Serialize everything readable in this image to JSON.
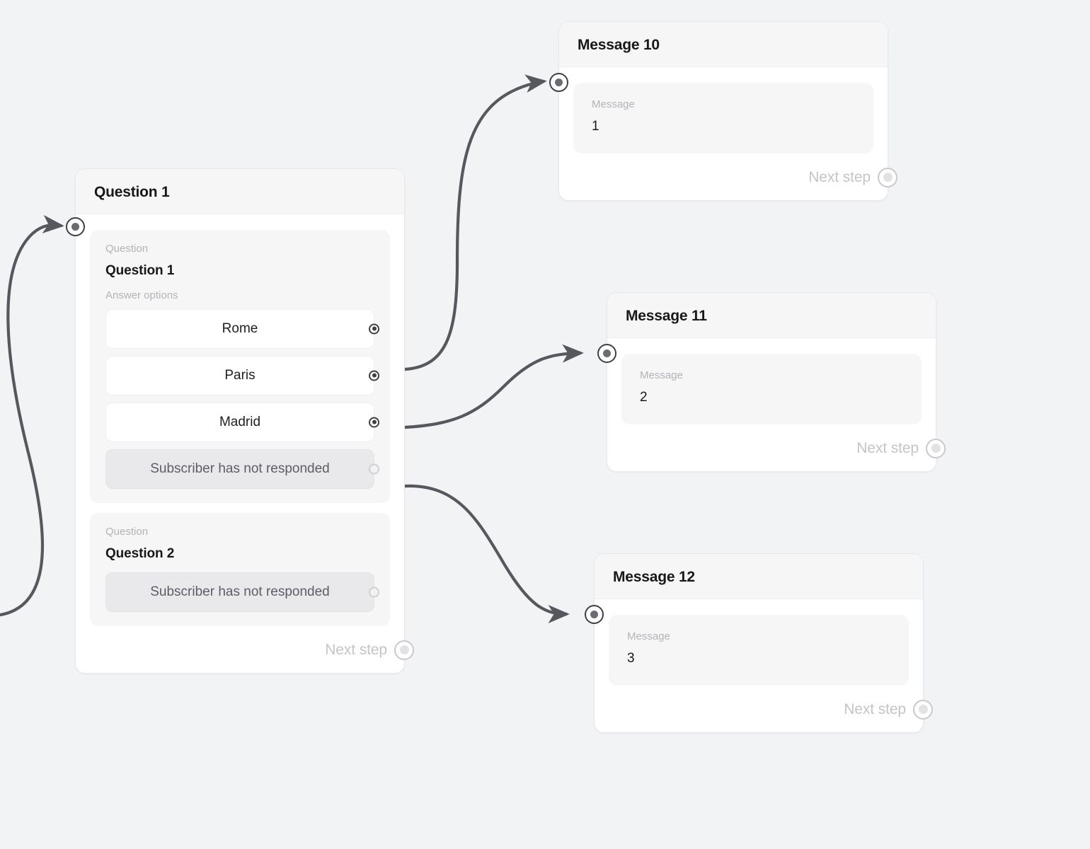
{
  "canvas": {
    "background": "#f1f3f5",
    "edge_color": "#57575e",
    "stub_color": "#ececee"
  },
  "nodes": [
    {
      "id": "question-1",
      "title": "Question 1",
      "input_port": "input-port",
      "sections": [
        {
          "label": "Question",
          "value": "Question 1",
          "options_label": "Answer options",
          "options": [
            {
              "text": "Rome",
              "connected": true
            },
            {
              "text": "Paris",
              "connected": true
            },
            {
              "text": "Madrid",
              "connected": true
            },
            {
              "text": "Subscriber has not responded",
              "connected": false
            }
          ]
        },
        {
          "label": "Question",
          "value": "Question 2",
          "options_label": "",
          "options": [
            {
              "text": "Subscriber has not responded",
              "connected": false
            }
          ]
        }
      ],
      "next_step_label": "Next step"
    },
    {
      "id": "message-10",
      "title": "Message 10",
      "field_label": "Message",
      "field_value": "1",
      "next_step_label": "Next step"
    },
    {
      "id": "message-11",
      "title": "Message 11",
      "field_label": "Message",
      "field_value": "2",
      "next_step_label": "Next step"
    },
    {
      "id": "message-12",
      "title": "Message 12",
      "field_label": "Message",
      "field_value": "3",
      "next_step_label": "Next step"
    }
  ],
  "connections": [
    {
      "from": "offscreen",
      "to": "question-1"
    },
    {
      "from": "question-1.Rome",
      "to": "message-10"
    },
    {
      "from": "question-1.Paris",
      "to": "message-11"
    },
    {
      "from": "question-1.Madrid",
      "to": "message-12"
    }
  ]
}
